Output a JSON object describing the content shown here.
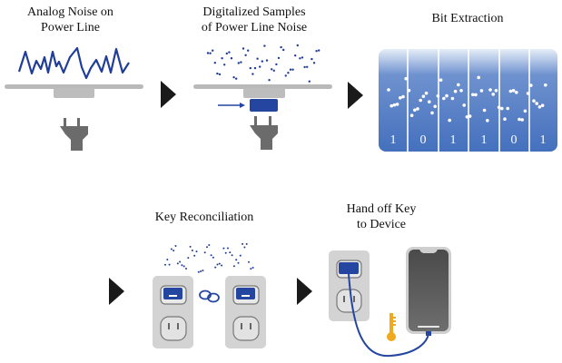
{
  "stages": [
    {
      "id": "analog",
      "title_lines": [
        "Analog Noise on",
        "Power Line"
      ]
    },
    {
      "id": "digital",
      "title_lines": [
        "Digitalized Samples",
        "of Power Line Noise"
      ]
    },
    {
      "id": "bits",
      "title_lines": [
        "Bit Extraction"
      ],
      "bits": [
        "1",
        "0",
        "1",
        "1",
        "0",
        "1"
      ]
    },
    {
      "id": "reconcile",
      "title_lines": [
        "Key Reconciliation"
      ]
    },
    {
      "id": "handoff",
      "title_lines": [
        "Hand off Key",
        "to Device"
      ]
    }
  ],
  "icons": {
    "arrow": "flow-arrow-icon",
    "plug": "power-plug-icon",
    "outlet": "wall-outlet-icon",
    "link": "chain-link-icon",
    "key": "key-icon",
    "phone": "smartphone-icon",
    "sampler": "sampler-module-icon"
  },
  "colors": {
    "wave": "#1f3d99",
    "dots": "#1f3d99",
    "bit_panel": "#4a73bf",
    "bit_panel_top": "#e3ecf7",
    "gray_line": "#b8b8b8",
    "plug": "#6b6b6b",
    "outlet_plate": "#d3d3d3",
    "module": "#2445a0",
    "arrow": "#1a1a1a",
    "key": "#f0a81c",
    "phone_screen": "#5e5e5e"
  }
}
